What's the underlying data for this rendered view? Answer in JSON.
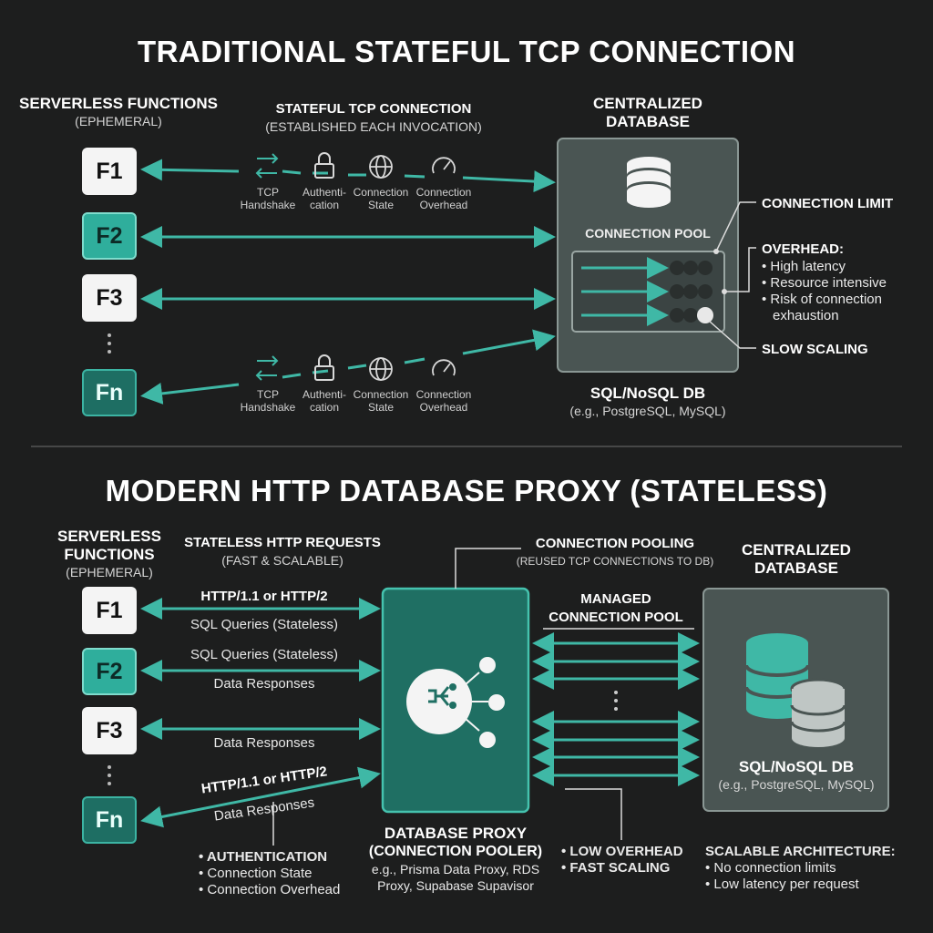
{
  "top": {
    "title": "TRADITIONAL STATEFUL TCP CONNECTION",
    "serverless_title": "SERVERLESS FUNCTIONS",
    "serverless_sub": "(EPHEMERAL)",
    "conn_title": "STATEFUL TCP CONNECTION",
    "conn_sub": "(ESTABLISHED EACH INVOCATION)",
    "db_title_1": "CENTRALIZED",
    "db_title_2": "DATABASE",
    "functions": [
      "F1",
      "F2",
      "F3",
      "Fn"
    ],
    "steps": [
      {
        "l1": "TCP",
        "l2": "Handshake",
        "icon": "arrows-icon"
      },
      {
        "l1": "Authenti-",
        "l2": "cation",
        "icon": "lock-icon"
      },
      {
        "l1": "Connection",
        "l2": "State",
        "icon": "globe-icon"
      },
      {
        "l1": "Connection",
        "l2": "Overhead",
        "icon": "gauge-icon"
      }
    ],
    "pool_label": "CONNECTION POOL",
    "conn_limit": "CONNECTION LIMIT",
    "overhead_title": "OVERHEAD:",
    "overhead_items": [
      "High latency",
      "Resource intensive",
      "Risk of connection",
      "exhaustion"
    ],
    "slow_scaling": "SLOW SCALING",
    "db_name": "SQL/NoSQL DB",
    "db_examples": "(e.g., PostgreSQL, MySQL)"
  },
  "bottom": {
    "title": "MODERN HTTP DATABASE PROXY (STATELESS)",
    "serverless_title_1": "SERVERLESS",
    "serverless_title_2": "FUNCTIONS",
    "serverless_sub": "(EPHEMERAL)",
    "req_title": "STATELESS HTTP REQUESTS",
    "req_sub": "(FAST & SCALABLE)",
    "pooling_title": "CONNECTION POOLING",
    "pooling_sub": "(REUSED TCP CONNECTIONS TO DB)",
    "db_title_1": "CENTRALIZED",
    "db_title_2": "DATABASE",
    "functions": [
      "F1",
      "F2",
      "F3",
      "Fn"
    ],
    "http_label_1": "HTTP/1.1 or HTTP/2",
    "sql_queries_1": "SQL Queries (Stateless)",
    "sql_queries_2": "SQL Queries (Stateless)",
    "data_resp_1": "Data Responses",
    "data_resp_2": "Data Responses",
    "http_label_2": "HTTP/1.1 or HTTP/2",
    "data_resp_3": "Data Responses",
    "managed_1": "MANAGED",
    "managed_2": "CONNECTION POOL",
    "proxy_title_1": "DATABASE PROXY",
    "proxy_title_2": "(CONNECTION POOLER)",
    "proxy_ex_1": "e.g., Prisma Data Proxy, RDS",
    "proxy_ex_2": "Proxy, Supabase Supavisor",
    "bullets_left": [
      "AUTHENTICATION",
      "Connection State",
      "Connection Overhead"
    ],
    "bullets_mid": [
      "LOW OVERHEAD",
      "FAST SCALING"
    ],
    "scalable_title": "SCALABLE ARCHITECTURE:",
    "scalable_items": [
      "No connection limits",
      "Low latency per request"
    ],
    "db_name": "SQL/NoSQL DB",
    "db_examples": "(e.g., PostgreSQL, MySQL)"
  },
  "colors": {
    "teal": "#3fb8a6",
    "bg": "#1d1e1e",
    "panel": "#4a5553"
  }
}
